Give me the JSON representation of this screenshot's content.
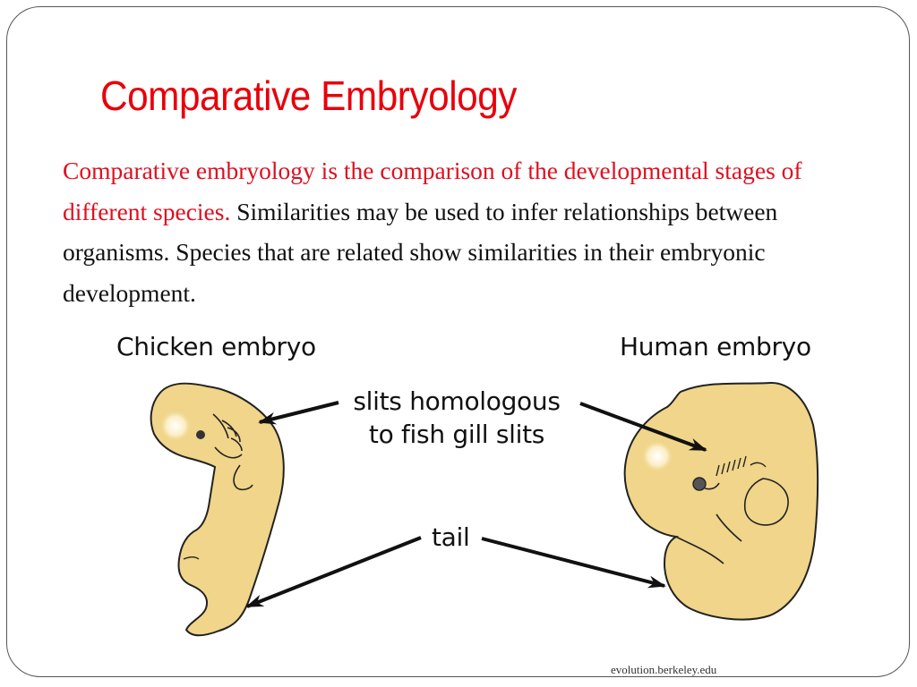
{
  "slide": {
    "title": "Comparative Embryology",
    "paragraph": {
      "highlighted": "Comparative embryology is the comparison of the developmental stages of different species.",
      "rest": " Similarities may be used to infer relationships between organisms. Species that are related show similarities in their embryonic development."
    },
    "colors": {
      "title": "#e8000b",
      "highlight": "#dd1020",
      "text": "#111111",
      "embryo_fill": "#f0d58a",
      "frame_border": "#555555"
    }
  },
  "figure": {
    "labels": {
      "chicken": "Chicken embryo",
      "human": "Human embryo",
      "slits_line1": "slits homologous",
      "slits_line2": "to fish gill slits",
      "tail": "tail"
    },
    "source": "evolution.berkeley.edu"
  }
}
